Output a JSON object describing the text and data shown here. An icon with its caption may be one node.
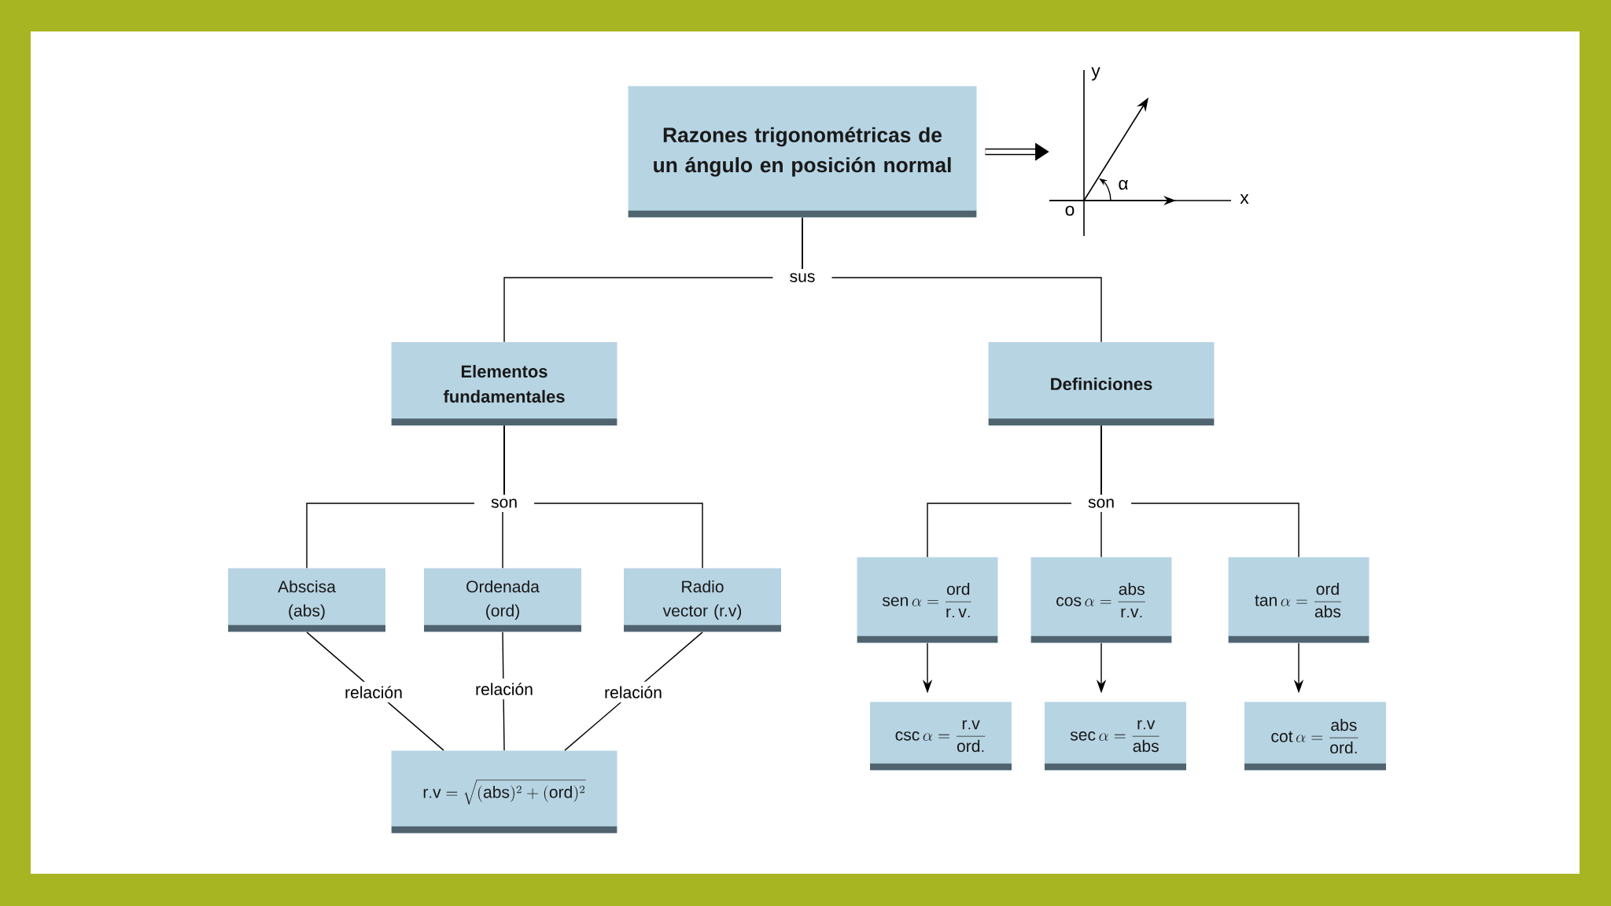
{
  "diagram": {
    "nodes": [
      {
        "text": [
          "Razones trigonométricas de un ángulo en posición normal"
        ]
      },
      {
        "text": [
          "Elementos fundamentales"
        ]
      },
      {
        "text": [
          "Definiciones"
        ]
      },
      {
        "text": [
          "Abscisa (abs)"
        ]
      },
      {
        "text": [
          "Ordenada (ord)"
        ]
      },
      {
        "text": [
          "Radio vector (r.v)"
        ]
      },
      {
        "text": [
          "\\mathrm{r.v}=\\sqrt{(\\mathrm{abs})^{2}+(\\mathrm{ord})^{2}}"
        ]
      },
      {
        "text": [
          "\\mathrm{sen}\\,\\alpha=\\frac{\\mathrm{ord}}{\\mathrm{r.\\,v.}}"
        ]
      },
      {
        "text": [
          "\\mathrm{cos}\\,\\alpha=\\frac{\\mathrm{abs}}{\\mathrm{r.v.}}"
        ]
      },
      {
        "text": [
          "\\mathrm{tan}\\,\\alpha=\\frac{\\mathrm{ord}}{\\mathrm{abs}}"
        ]
      },
      {
        "text": [
          "\\mathrm{csc}\\,\\alpha=\\frac{\\mathrm{r.v}}{\\mathrm{ord.}}"
        ]
      },
      {
        "text": [
          "\\mathrm{sec}\\,\\alpha=\\frac{\\mathrm{r.v}}{\\mathrm{abs}}"
        ]
      },
      {
        "text": [
          "\\mathrm{cot}\\,\\alpha=\\frac{\\mathrm{abs}}{\\mathrm{ord.}}"
        ]
      },
      {
        "text": [
          "y",
          "x",
          "o",
          "α"
        ]
      }
    ],
    "edges": [
      {
        "from": 0,
        "to": 1,
        "arrow": "none",
        "label": "sus"
      },
      {
        "from": 0,
        "to": 2,
        "arrow": "none"
      },
      {
        "from": 1,
        "to": 3,
        "arrow": "none",
        "label": "son"
      },
      {
        "from": 1,
        "to": 4,
        "arrow": "none"
      },
      {
        "from": 1,
        "to": 5,
        "arrow": "none"
      },
      {
        "from": 2,
        "to": 7,
        "arrow": "none",
        "label": "son"
      },
      {
        "from": 2,
        "to": 8,
        "arrow": "none"
      },
      {
        "from": 2,
        "to": 9,
        "arrow": "none"
      },
      {
        "from": 3,
        "to": 6,
        "arrow": "none",
        "label": "relación"
      },
      {
        "from": 4,
        "to": 6,
        "arrow": "none",
        "label": "relación"
      },
      {
        "from": 5,
        "to": 6,
        "arrow": "none",
        "label": "relación"
      },
      {
        "from": 7,
        "to": 10,
        "arrow": "to"
      },
      {
        "from": 8,
        "to": 11,
        "arrow": "to"
      },
      {
        "from": 9,
        "to": 12,
        "arrow": "to"
      },
      {
        "from": 0,
        "to": 13,
        "arrow": "to",
        "style": "thick"
      }
    ]
  }
}
